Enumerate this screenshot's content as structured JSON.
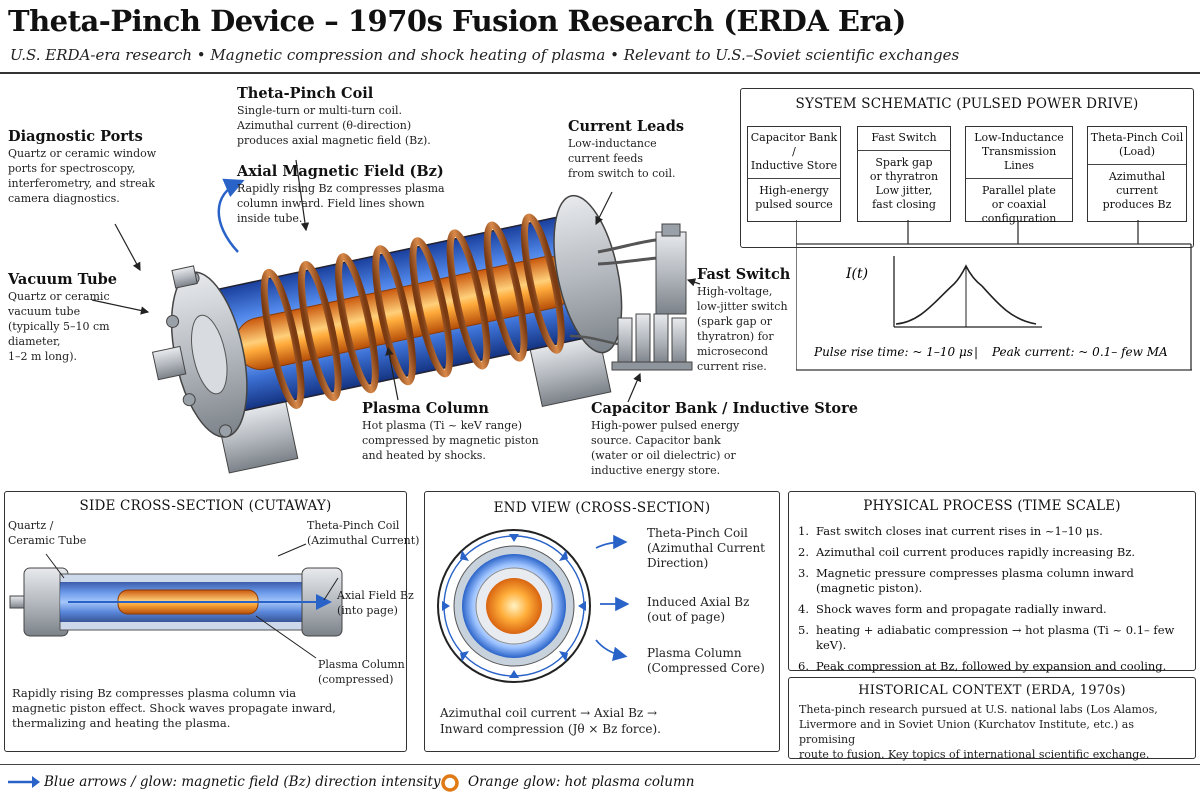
{
  "header": {
    "title": "Theta-Pinch Device – 1970s Fusion Research (ERDA Era)",
    "subtitle": "U.S. ERDA-era research • Magnetic compression and shock heating of plasma • Relevant to U.S.–Soviet scientific exchanges"
  },
  "device_labels": {
    "diagnostic_ports": {
      "title": "Diagnostic Ports",
      "desc": "Quartz or ceramic window\nports for spectroscopy,\ninterferometry, and streak\ncamera diagnostics."
    },
    "vacuum_tube": {
      "title": "Vacuum Tube",
      "desc": "Quartz or ceramic\nvacuum tube\n(typically 5–10 cm\ndiameter,\n1–2 m long)."
    },
    "theta_pinch_coil": {
      "title": "Theta-Pinch Coil",
      "desc": "Single-turn or multi-turn coil.\nAzimuthal current (θ-direction)\nproduces axial magnetic field (Bz)."
    },
    "axial_field": {
      "title": "Axial Magnetic Field (Bz)",
      "desc": "Rapidly rising Bz compresses plasma\ncolumn inward. Field lines shown\ninside tube."
    },
    "current_leads": {
      "title": "Current Leads",
      "desc": "Low-inductance\ncurrent feeds\nfrom switch to coil."
    },
    "fast_switch": {
      "title": "Fast Switch",
      "desc": "High-voltage,\nlow-jitter switch\n(spark gap or\nthyratron) for\nmicrosecond\ncurrent rise."
    },
    "plasma_column": {
      "title": "Plasma Column",
      "desc": "Hot plasma (Ti ~ keV range)\ncompressed by magnetic piston\nand heated by shocks."
    },
    "capacitor_bank": {
      "title": "Capacitor Bank / Inductive Store",
      "desc": "High-power pulsed energy\nsource. Capacitor bank\n(water or oil dielectric) or\ninductive energy store."
    }
  },
  "schematic": {
    "title": "SYSTEM SCHEMATIC (PULSED POWER DRIVE)",
    "boxes": [
      {
        "head": "Capacitor Bank /\nInductive Store",
        "body": "High-energy\npulsed source"
      },
      {
        "head": "Fast Switch",
        "body": "Spark gap\nor thyratron\nLow jitter,\nfast closing"
      },
      {
        "head": "Low-Inductance\nTransmission Lines",
        "body": "Parallel plate\nor coaxial\nconfiguration"
      },
      {
        "head": "Theta-Pinch Coil\n(Load)",
        "body": "Azimuthal current\nproduces Bz"
      }
    ],
    "graph_label": "I(t)",
    "pulse_rise": "Pulse rise time: ~ 1–10 μs",
    "separator": "|",
    "peak_current": "Peak current: ~ 0.1– few MA"
  },
  "side_section": {
    "title": "SIDE CROSS-SECTION (CUTAWAY)",
    "label_tube": "Quartz /\nCeramic Tube",
    "label_coil": "Theta-Pinch Coil\n(Azimuthal Current)",
    "label_field": "Axial Field Bz\n(into page)",
    "label_plasma": "Plasma Column\n(compressed)",
    "caption": "Rapidly rising Bz compresses plasma column via\nmagnetic piston effect. Shock waves propagate inward,\nthermalizing and heating the plasma."
  },
  "end_view": {
    "title": "END VIEW (CROSS-SECTION)",
    "label_coil": "Theta-Pinch Coil\n(Azimuthal Current\nDirection)",
    "label_field": "Induced Axial Bz\n(out of page)",
    "label_plasma": "Plasma Column\n(Compressed Core)",
    "caption_line1": "Azimuthal coil current → Axial Bz →",
    "caption_line2": "Inward compression (Jθ × Bz force)."
  },
  "process": {
    "title": "PHYSICAL PROCESS (TIME SCALE)",
    "steps": [
      "Fast switch closes inat current rises in ~1–10 μs.",
      "Azimuthal coil current produces rapidly increasing Bz.",
      "Magnetic pressure compresses plasma column inward (magnetic piston).",
      "Shock waves form and propagate radially inward.",
      "heating + adiabatic compression → hot plasma (Ti ~ 0.1– few keV).",
      "Peak compression at Bz, followed by expansion and cooling."
    ],
    "step_numbers": [
      "1.",
      "2.",
      "3.",
      "4.",
      "5.",
      "6."
    ]
  },
  "history": {
    "title": "HISTORICAL CONTEXT (ERDA, 1970s)",
    "text": "Theta-pinch research pursued at U.S. national labs (Los Alamos,\nLivermore and in Soviet Union (Kurchatov Institute, etc.) as promising\nroute to fusion. Key topics of international scientific exchange."
  },
  "legend": {
    "blue_label": "Blue arrows / glow: magnetic field (Bz) direction intensity",
    "orange_label": "Orange glow: hot plasma column"
  },
  "colors": {
    "copper": "#b8682c",
    "plasma": "#f08a1c",
    "field_blue": "#2a63c8",
    "steel": "#b9bec4"
  }
}
